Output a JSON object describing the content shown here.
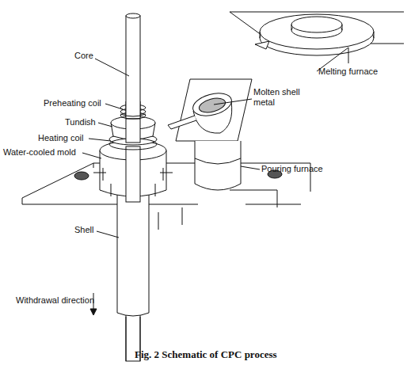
{
  "diagram": {
    "caption": "Fig. 2 Schematic of CPC process",
    "labels": [
      "Core",
      "Molten shell metal",
      "Melting furnace",
      "Preheating coil",
      "Tundish",
      "Pouring furnace",
      "Heating coil",
      "Water-cooled mold",
      "Shell",
      "Withdrawal direction"
    ]
  }
}
